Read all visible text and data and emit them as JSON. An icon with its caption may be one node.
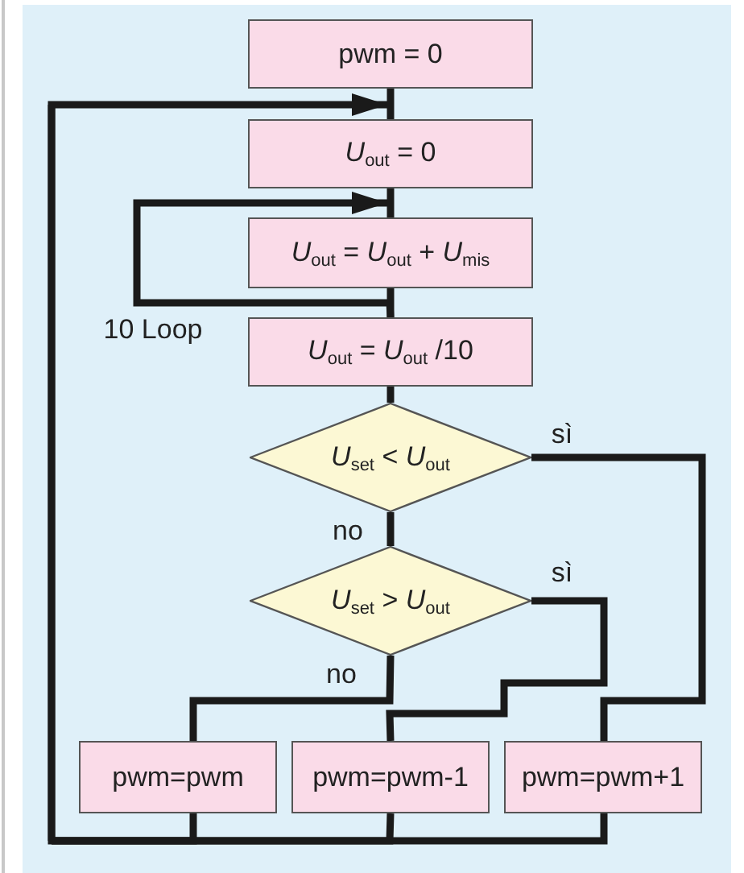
{
  "diagram": {
    "nodes": [
      {
        "text": [
          "pwm = 0"
        ]
      },
      {
        "text": [
          "*U*$_{out}$ = 0"
        ]
      },
      {
        "text": [
          "*U*$_{out}$ = *U*$_{out}$ + *U*$_{mis}$"
        ]
      },
      {
        "text": [
          "*U*$_{out}$ = *U*$_{out}$ /10"
        ]
      },
      {
        "text": [
          "*U*$_{set}$ < *U*$_{out}$"
        ]
      },
      {
        "text": [
          "*U*$_{set}$ > *U*$_{out}$"
        ]
      },
      {
        "text": [
          "pwm=pwm"
        ]
      },
      {
        "text": [
          "pwm=pwm-1"
        ]
      },
      {
        "text": [
          "pwm=pwm+1"
        ]
      }
    ],
    "edges": [
      {
        "from": 0,
        "to": 1,
        "arrow": "none"
      },
      {
        "from": 1,
        "to": 2,
        "arrow": "none"
      },
      {
        "from": 2,
        "to": 3,
        "arrow": "none"
      },
      {
        "from": 3,
        "to": 2,
        "arrow": "to",
        "label": "10 Loop"
      },
      {
        "from": 3,
        "to": 4,
        "arrow": "none"
      },
      {
        "from": 4,
        "to": 5,
        "arrow": "none",
        "label": "no"
      },
      {
        "from": 4,
        "to": 8,
        "arrow": "none",
        "label": "sì"
      },
      {
        "from": 5,
        "to": 7,
        "arrow": "none",
        "label": "sì"
      },
      {
        "from": 5,
        "to": 6,
        "arrow": "none",
        "label": "no"
      },
      {
        "from": 6,
        "to": 1,
        "arrow": "to"
      },
      {
        "from": 7,
        "to": 1,
        "arrow": "to"
      },
      {
        "from": 8,
        "to": 1,
        "arrow": "to"
      }
    ]
  }
}
